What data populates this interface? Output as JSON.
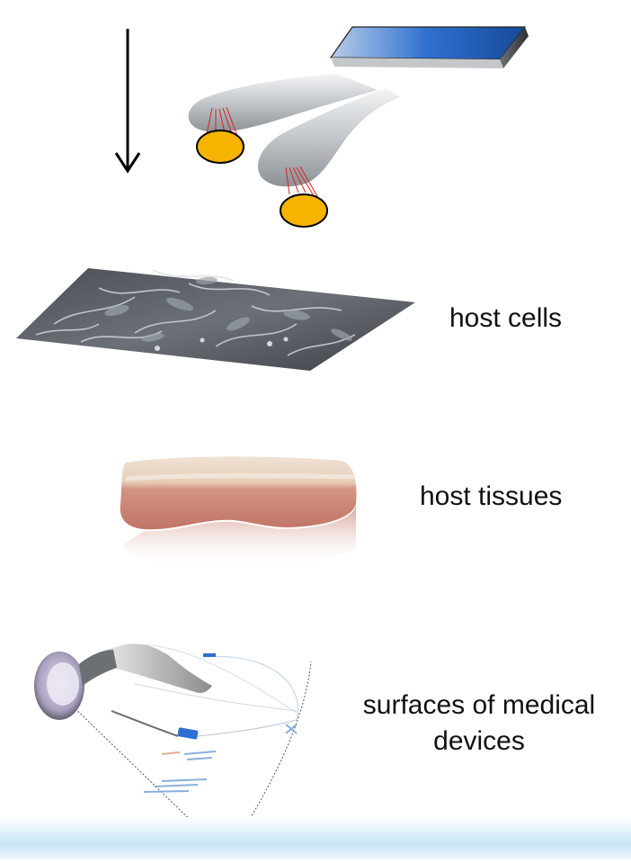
{
  "labels": {
    "host_cells": "host cells",
    "host_tissues": "host tissues",
    "medical_devices_line1": "surfaces of medical",
    "medical_devices_line2": "devices"
  },
  "colors": {
    "background": "#ffffff",
    "arrow": "#000000",
    "bacteria_fill": "#f6b400",
    "bacteria_stroke": "#000000",
    "pili": "#d82020",
    "device_blue": "#2f6fd0",
    "arm_silver": "#b8bcc0",
    "tissue_fat": "#e9d8c8",
    "tissue_meat": "#c98474",
    "band_blue": "#c9e6f6"
  },
  "icons": {
    "arrow": "down-arrow-icon",
    "dispenser": "bacteria-dispenser-icon",
    "cells": "cell-layer-image",
    "tissue": "tissue-slab-image",
    "implants": "medical-implants-image"
  }
}
